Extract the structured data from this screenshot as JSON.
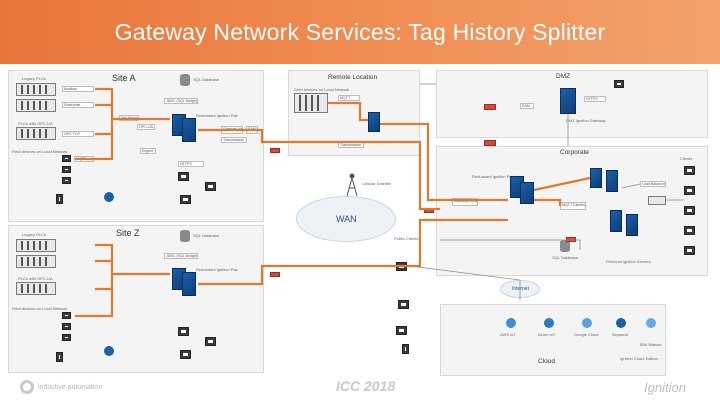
{
  "title": "Gateway Network Services: Tag History Splitter",
  "site_a": {
    "label": "Site A",
    "legacy_plcs": "Legacy PLCs",
    "plcs_opcua": "PLCs with OPC-UA",
    "field_devices": "Field devices on Local Network",
    "sql_db": "SQL Database",
    "jdbc": "JDBC (SQL Bridge)",
    "redundant": "Redundant Ignition Pair",
    "opc_ua": "OPC-UA",
    "tag_history": "Tag History",
    "modbus": "Modbus",
    "mqtt": "MQTT",
    "enterprise": "Enterprise",
    "transmission": "Transmission",
    "gateway_network": "Gateway Network",
    "engine": "Engine",
    "https": "HTTPS",
    "eam": "EAM",
    "opc_tcp": "OPC TCP"
  },
  "site_z": {
    "label": "Site Z",
    "legacy_plcs": "Legacy PLCs",
    "plcs_opcua": "PLCs with OPC-UA",
    "field_devices": "Field devices on Local Network",
    "sql_db": "SQL Database",
    "jdbc": "JDBC (SQL Bridge)",
    "redundant": "Redundant Ignition Pair"
  },
  "remote": {
    "label": "Remote Location",
    "field_devices": "Field devices on Local Network",
    "mqtt": "MQTT",
    "transmission": "Transmission",
    "cellular": "Cellular Satellite"
  },
  "dmz": {
    "label": "DMZ",
    "dmz_gateway": "DMZ Ignition Gateway",
    "https": "HTTPS",
    "eam": "EAM"
  },
  "corporate": {
    "label": "Corporate",
    "redundant": "Redundant Ignition Pair",
    "mqtt_distributor": "MQTT Distributor",
    "gateway_network": "Gateway Network",
    "load_balancer": "Load Balancer",
    "sql_database": "SQL Database",
    "clients": "Clients",
    "personal": "Personal Ignition Servers"
  },
  "wan": {
    "label": "WAN"
  },
  "internet": {
    "label": "Internet"
  },
  "public_clients": {
    "label": "Public Clients"
  },
  "cloud": {
    "label": "Cloud",
    "services": [
      "AWS IoT",
      "Azure IoT",
      "Google Cloud",
      "Sepasoft",
      "IBM Watson"
    ],
    "tagline": "Ignition Cloud Edition"
  },
  "footer": {
    "left_logo": "inductive automation",
    "center_logo": "ICC 2018",
    "right_logo": "Ignition"
  },
  "colors": {
    "title_bg": "#e8743a",
    "wire_orange": "#e07a2e",
    "wire_gray": "#8c8c8c",
    "server_blue": "#1b5fa8",
    "firewall_red": "#d44a3a"
  }
}
